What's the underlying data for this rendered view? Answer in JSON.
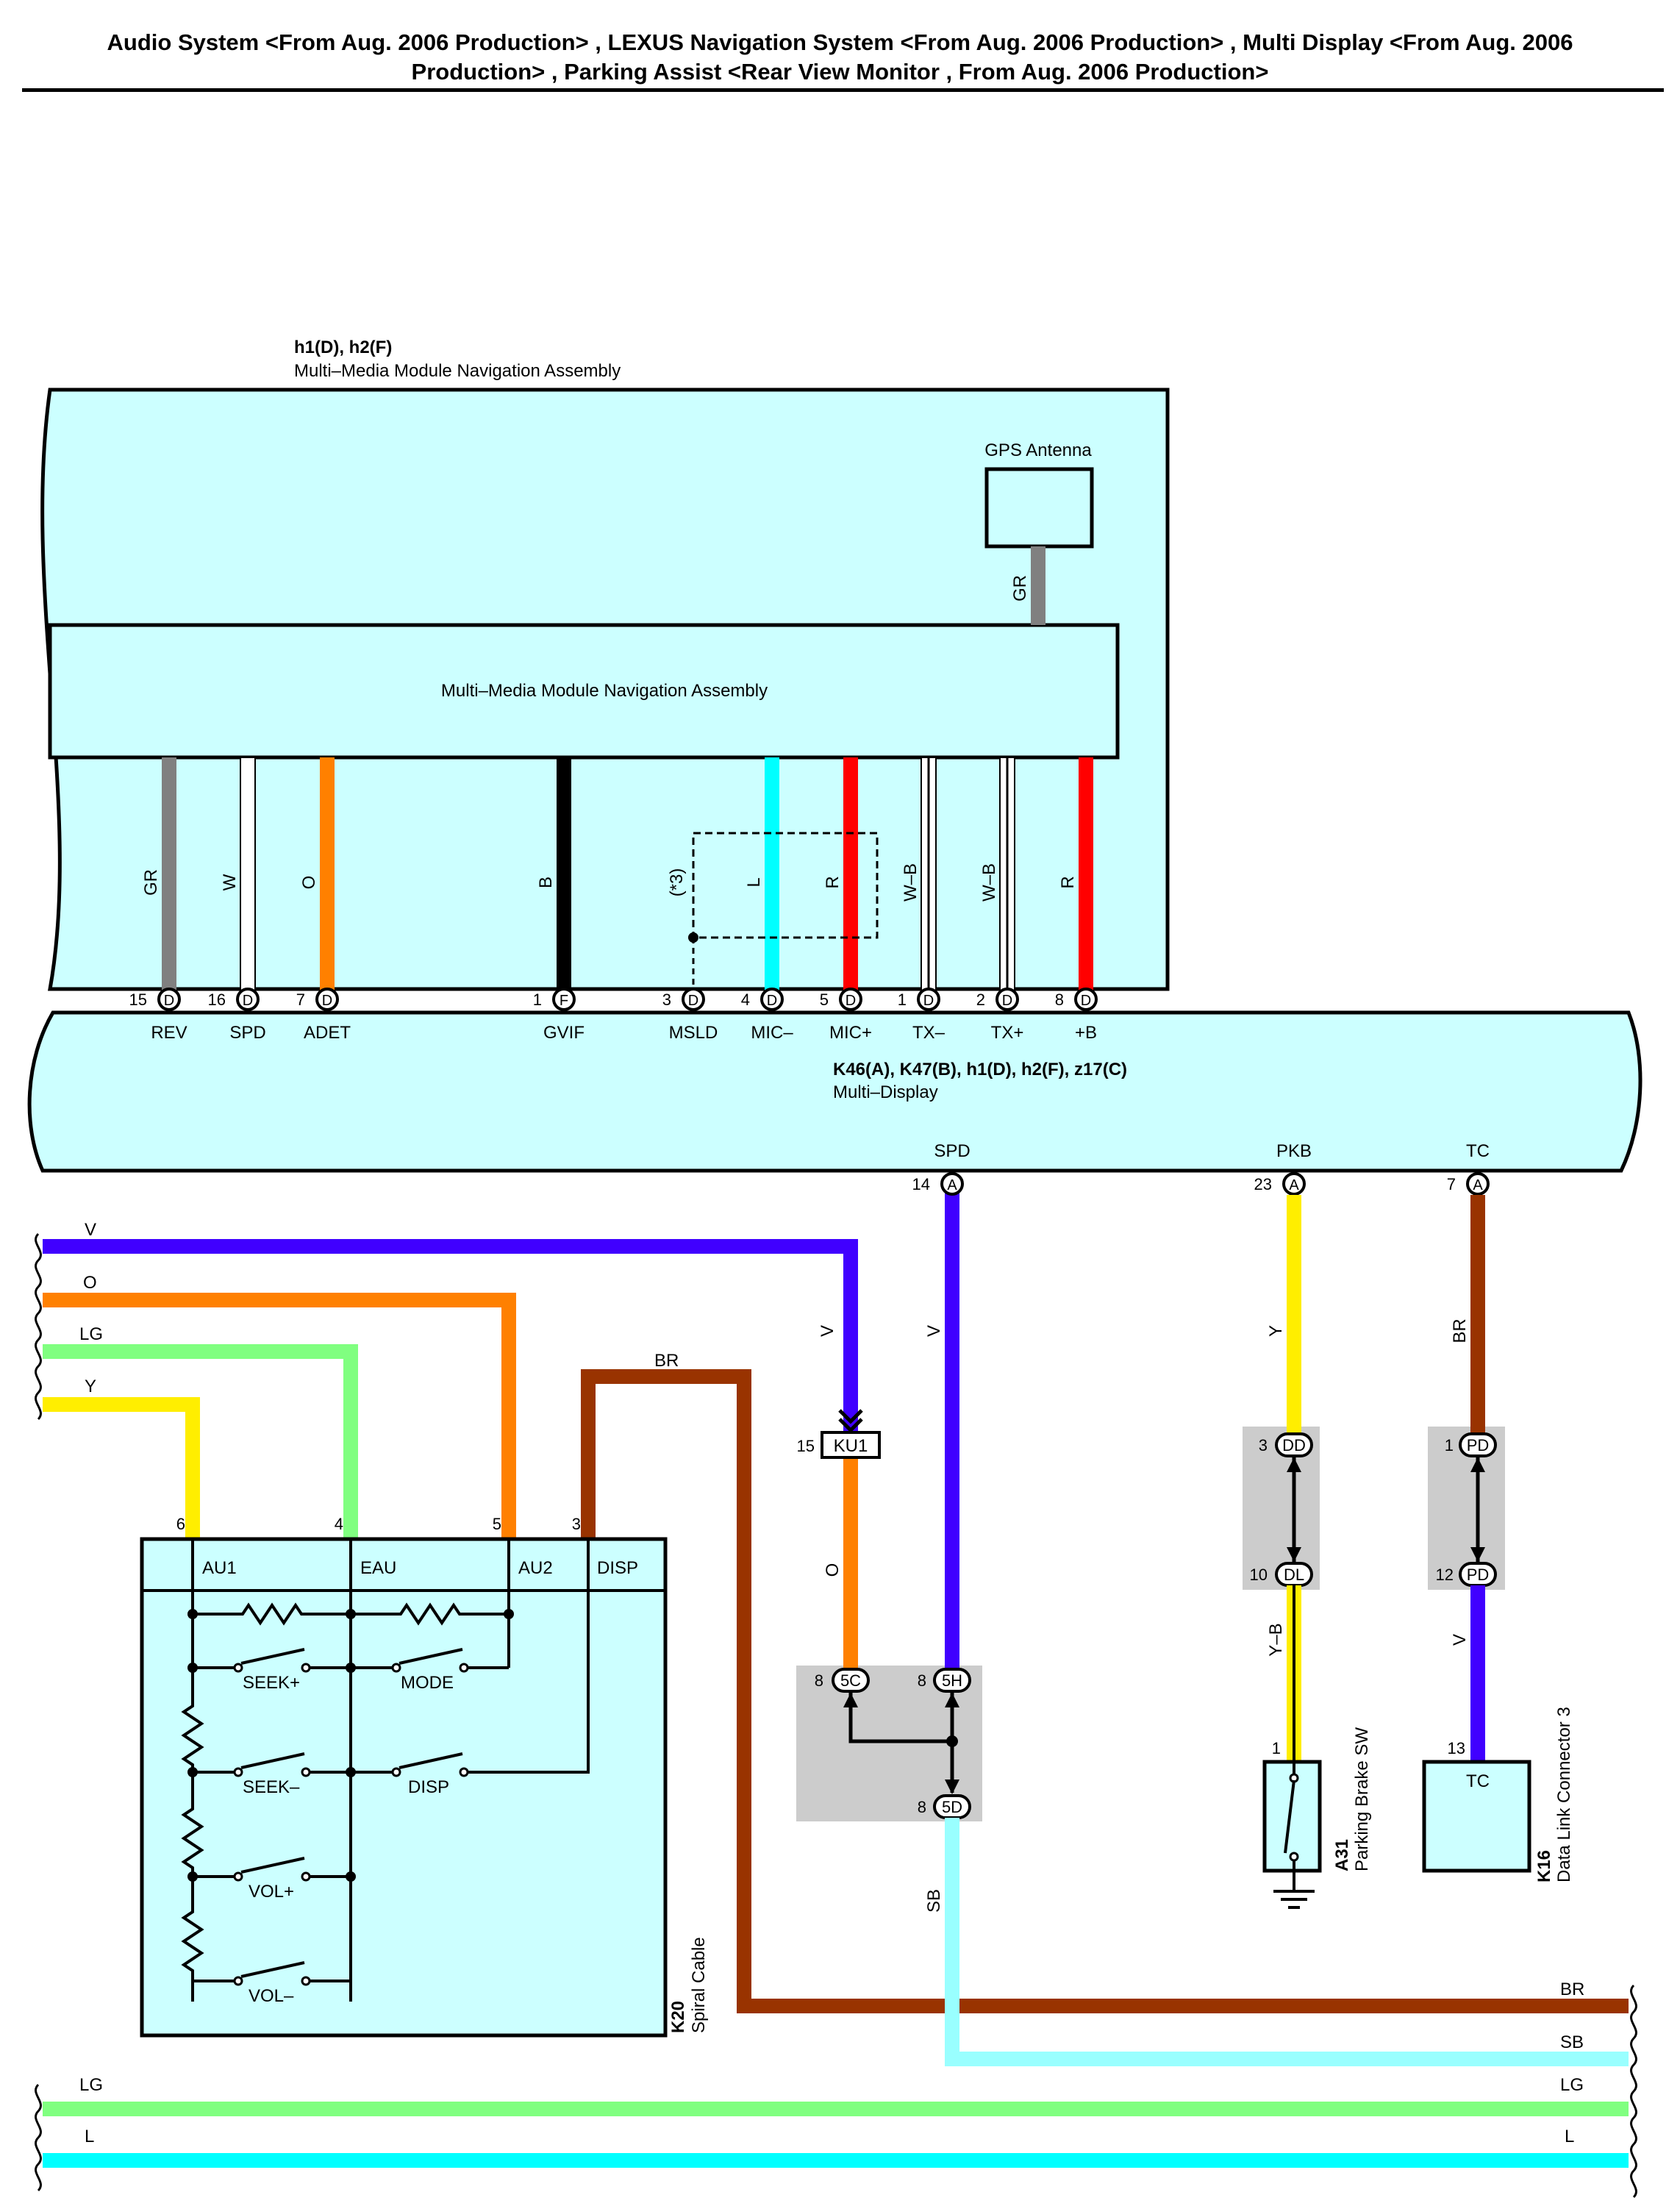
{
  "header": {
    "line1": "Audio System <From Aug. 2006 Production> , LEXUS Navigation System <From Aug. 2006 Production> , Multi Display <From Aug. 2006",
    "line2": "Production> , Parking Assist <Rear View Monitor , From Aug. 2006 Production>"
  },
  "colors": {
    "component_fill": "#ccffff",
    "connector_box_fill": "#cccccc",
    "GR": "#808080",
    "W": "#ffffff",
    "O": "#ff8000",
    "B": "#000000",
    "L": "#00ffff",
    "R": "#ff0000",
    "V": "#4000ff",
    "LG": "#80ff80",
    "Y": "#ffee00",
    "BR": "#993300",
    "SB": "#99ffff"
  },
  "nav": {
    "code": "h1(D), h2(F)",
    "name": "Multi–Media Module Navigation Assembly",
    "inner_name": "Multi–Media Module Navigation Assembly",
    "gps_label": "GPS Antenna",
    "gps_wire": "GR",
    "wires": [
      {
        "color": "GR",
        "pin": "15",
        "conn": "D",
        "sig": "REV"
      },
      {
        "color": "W",
        "pin": "16",
        "conn": "D",
        "sig": "SPD"
      },
      {
        "color": "O",
        "pin": "7",
        "conn": "D",
        "sig": "ADET"
      },
      {
        "color": "B",
        "pin": "1",
        "conn": "F",
        "sig": "GVIF"
      },
      {
        "color": "(*3)",
        "pin": "3",
        "conn": "D",
        "sig": "MSLD"
      },
      {
        "color": "L",
        "pin": "4",
        "conn": "D",
        "sig": "MIC–"
      },
      {
        "color": "R",
        "pin": "5",
        "conn": "D",
        "sig": "MIC+"
      },
      {
        "color": "W–B",
        "pin": "1",
        "conn": "D",
        "sig": "TX–"
      },
      {
        "color": "W–B",
        "pin": "2",
        "conn": "D",
        "sig": "TX+"
      },
      {
        "color": "R",
        "pin": "8",
        "conn": "D",
        "sig": "+B"
      }
    ]
  },
  "multi": {
    "code": "K46(A), K47(B), h1(D), h2(F), z17(C)",
    "name": "Multi–Display",
    "outputs": [
      {
        "sig": "SPD",
        "pin": "14",
        "conn": "A",
        "color": "V"
      },
      {
        "sig": "PKB",
        "pin": "23",
        "conn": "A",
        "color": "Y"
      },
      {
        "sig": "TC",
        "pin": "7",
        "conn": "A",
        "color": "BR"
      }
    ]
  },
  "left_wires": [
    "V",
    "O",
    "LG",
    "Y"
  ],
  "br_wire": "BR",
  "junction": {
    "ku1_pin": "15",
    "ku1": "KU1",
    "o_label": "O",
    "v_label": "V",
    "c5c_pin": "8",
    "c5c": "5C",
    "c5h_pin": "8",
    "c5h": "5H",
    "c5d_pin": "8",
    "c5d": "5D",
    "sb_label": "SB"
  },
  "pkb": {
    "dd_pin": "3",
    "dd": "DD",
    "dl_pin": "10",
    "dl": "DL",
    "yb_label": "Y–B",
    "sw_pin": "1",
    "code": "A31",
    "name": "Parking Brake SW"
  },
  "tc": {
    "pd1_pin": "1",
    "pd1": "PD",
    "pd2_pin": "12",
    "pd2": "PD",
    "v_label": "V",
    "dlc_pin": "13",
    "dlc_term": "TC",
    "code": "K16",
    "name": "Data Link Connector 3"
  },
  "spiral": {
    "code": "K20",
    "name": "Spiral Cable",
    "pins": [
      {
        "num": "6",
        "name": "AU1"
      },
      {
        "num": "4",
        "name": "EAU"
      },
      {
        "num": "5",
        "name": "AU2"
      },
      {
        "num": "3",
        "name": "DISP"
      }
    ],
    "switches": [
      "SEEK+",
      "MODE",
      "SEEK–",
      "DISP",
      "VOL+",
      "VOL–"
    ]
  },
  "bottom_wires": {
    "br": "BR",
    "sb": "SB",
    "lg_left": "LG",
    "lg_right": "LG",
    "l_left": "L",
    "l_right": "L"
  }
}
